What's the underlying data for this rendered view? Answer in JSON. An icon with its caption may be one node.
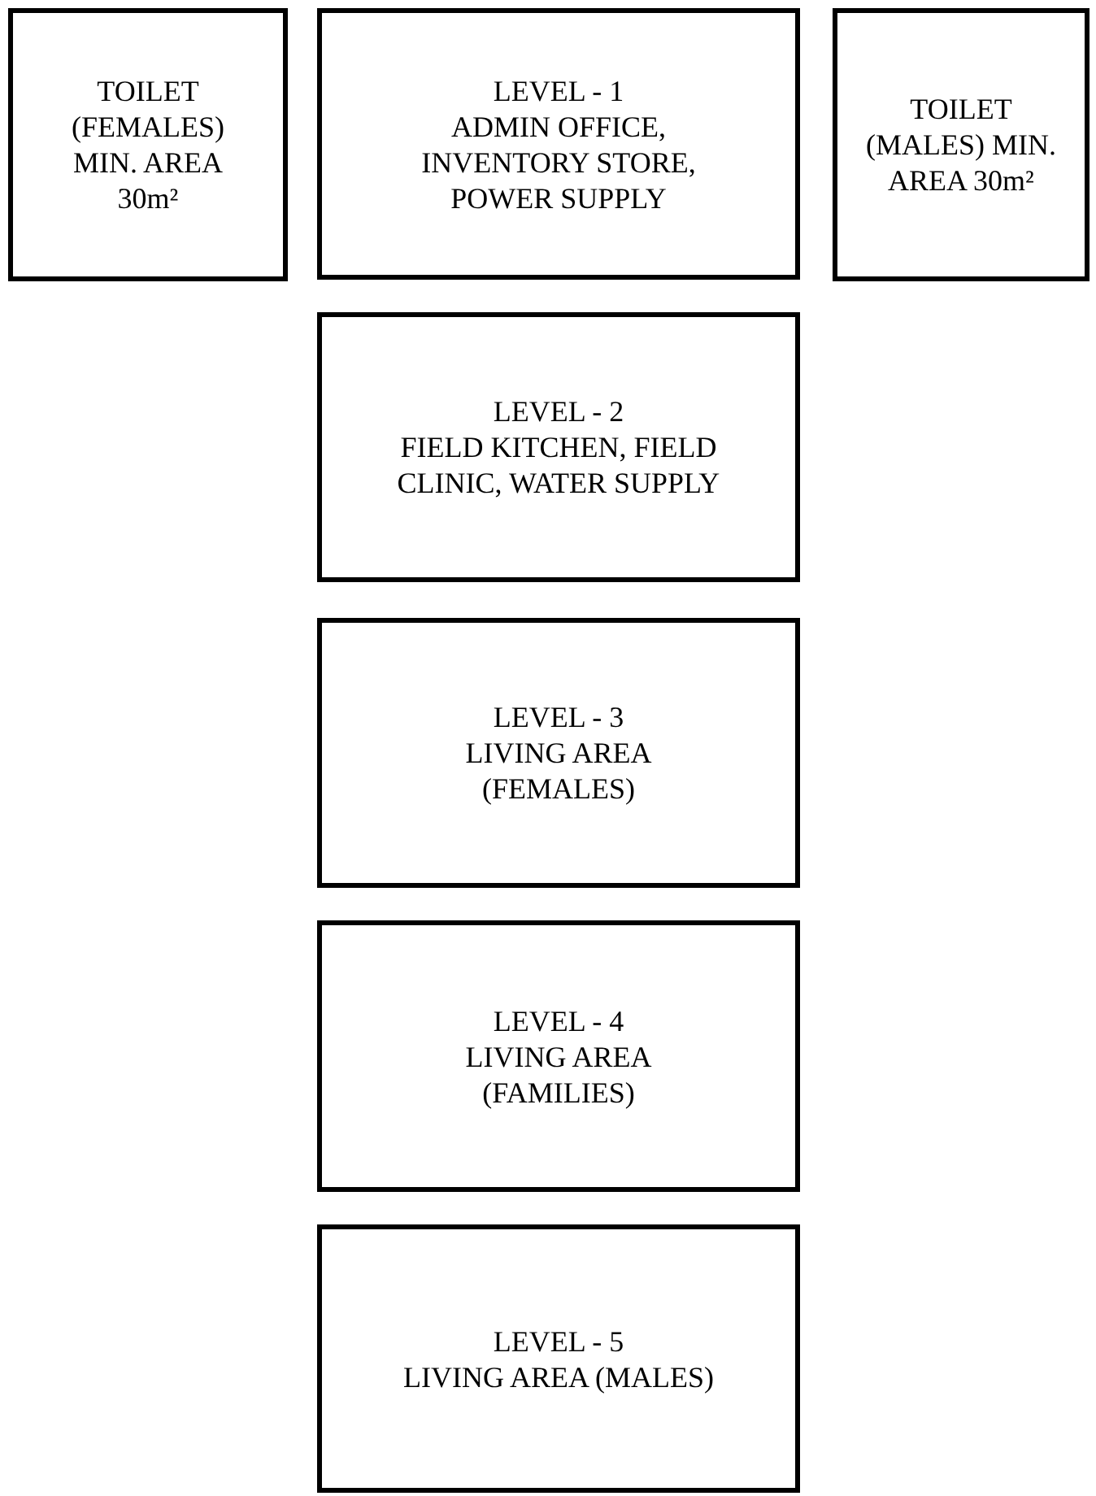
{
  "diagram": {
    "nodes": [
      {
        "text": [
          "TOILET (FEMALES) MIN. AREA 30m²"
        ]
      },
      {
        "text": [
          "LEVEL - 1",
          "ADMIN OFFICE, INVENTORY STORE, POWER SUPPLY"
        ]
      },
      {
        "text": [
          "TOILET (MALES) MIN. AREA 30m²"
        ]
      },
      {
        "text": [
          "LEVEL - 2",
          "FIELD KITCHEN, FIELD CLINIC, WATER SUPPLY"
        ]
      },
      {
        "text": [
          "LEVEL - 3",
          "LIVING AREA (FEMALES)"
        ]
      },
      {
        "text": [
          "LEVEL - 4",
          "LIVING AREA (FAMILIES)"
        ]
      },
      {
        "text": [
          "LEVEL - 5",
          "LIVING AREA (MALES)"
        ]
      }
    ]
  }
}
